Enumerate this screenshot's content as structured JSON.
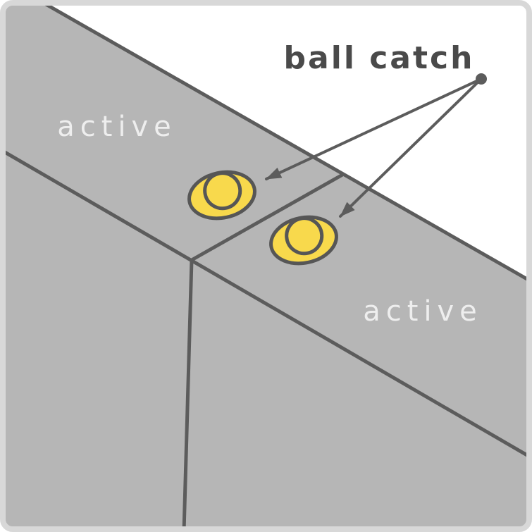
{
  "diagram": {
    "title_hint": "ball catch placement diagram",
    "annotation": {
      "label": "ball catch"
    },
    "panels": {
      "left_label": "active",
      "right_label": "active"
    },
    "fixtures": {
      "type": "ball catch",
      "count": 2
    },
    "icons": {
      "annotation_dot": "dot-icon",
      "arrow_left": "arrow-down-left-icon",
      "arrow_right": "arrow-down-left-icon"
    },
    "colors": {
      "background_white": "#ffffff",
      "panel_gray": "#b6b6b6",
      "edge_line": "#5c5c5c",
      "ball_catch_yellow": "#f8d94c",
      "ball_catch_outline": "#565656",
      "annotation_text": "#4a4a4a",
      "annotation_arrow": "#5c5c5c",
      "panel_label_text": "#eeeeee",
      "frame_border": "#d8d8d8"
    }
  }
}
